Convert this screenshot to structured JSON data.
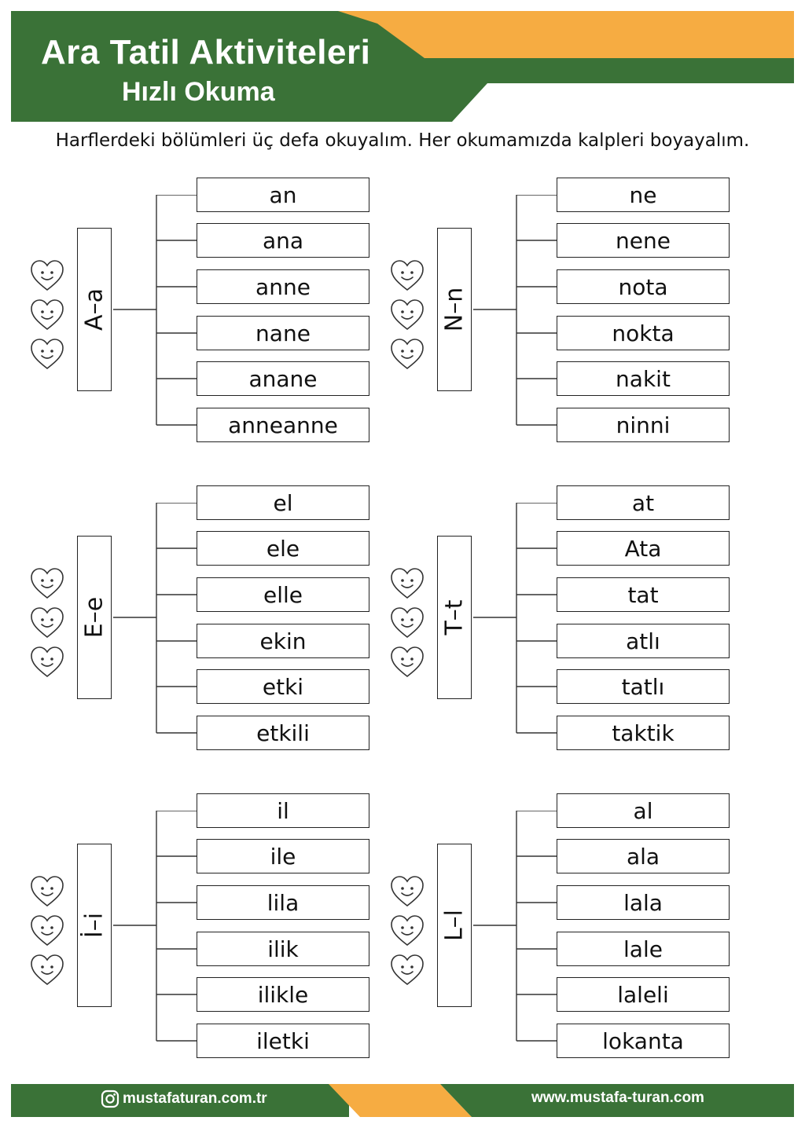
{
  "header": {
    "title": "Ara Tatil Aktiviteleri",
    "subtitle": "Hızlı Okuma"
  },
  "instruction": "Harflerdeki bölümleri üç defa okuyalım. Her okumamızda kalpleri boyayalım.",
  "colors": {
    "green": "#3a7237",
    "orange": "#f6ac42"
  },
  "groups": [
    {
      "letter": "A–a",
      "words": [
        "an",
        "ana",
        "anne",
        "nane",
        "anane",
        "anneanne"
      ]
    },
    {
      "letter": "N–n",
      "words": [
        "ne",
        "nene",
        "nota",
        "nokta",
        "nakit",
        "ninni"
      ]
    },
    {
      "letter": "E–e",
      "words": [
        "el",
        "ele",
        "elle",
        "ekin",
        "etki",
        "etkili"
      ]
    },
    {
      "letter": "T–t",
      "words": [
        "at",
        "Ata",
        "tat",
        "atlı",
        "tatlı",
        "taktik"
      ]
    },
    {
      "letter": "İ–i",
      "words": [
        "il",
        "ile",
        "lila",
        "ilik",
        "ilikle",
        "iletki"
      ]
    },
    {
      "letter": "L–l",
      "words": [
        "al",
        "ala",
        "lala",
        "lale",
        "laleli",
        "lokanta"
      ]
    }
  ],
  "footer": {
    "left": "mustafaturan.com.tr",
    "left_icon": "instagram-icon",
    "right": "www.mustafa-turan.com"
  }
}
